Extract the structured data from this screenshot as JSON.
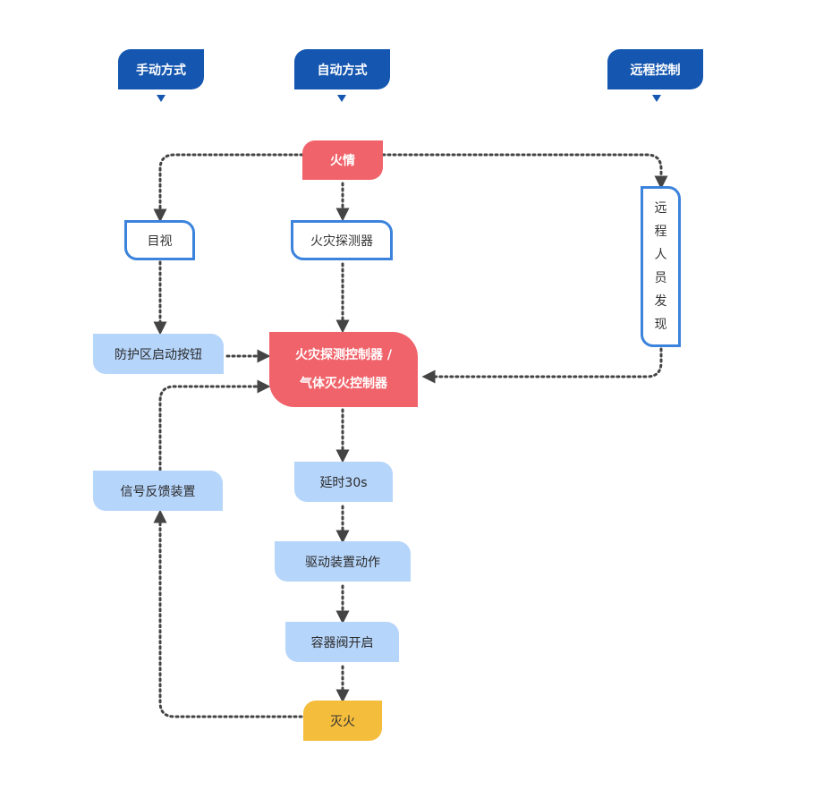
{
  "headers": {
    "manual": "手动方式",
    "auto": "自动方式",
    "remote": "远程控制"
  },
  "nodes": {
    "fire": "火情",
    "visual": "目视",
    "detector": "火灾探测器",
    "remote_find_chars": [
      "远",
      "程",
      "人",
      "员",
      "发",
      "现"
    ],
    "zone_button": "防护区启动按钮",
    "controller_line1": "火灾探测控制器 /",
    "controller_line2": "气体灭火控制器",
    "delay": "延时30s",
    "feedback": "信号反馈装置",
    "drive": "驱动装置动作",
    "valve": "容器阀开启",
    "extinguish": "灭火"
  },
  "colors": {
    "header": "#1557b0",
    "red": "#f0636a",
    "light_blue": "#b6d5fb",
    "outline_blue": "#3b83dc",
    "yellow": "#f5bd3c",
    "connector": "#444444"
  }
}
